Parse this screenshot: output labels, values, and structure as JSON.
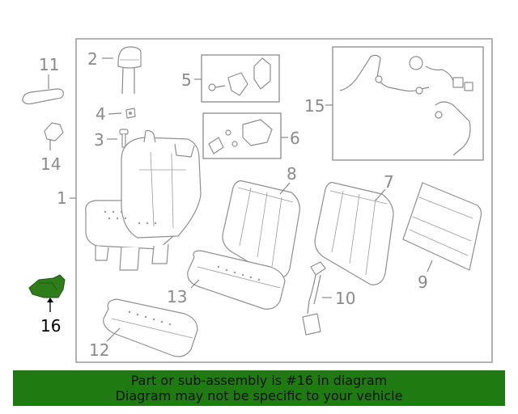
{
  "diagram": {
    "callouts": {
      "c1": "1",
      "c2": "2",
      "c3": "3",
      "c4": "4",
      "c5": "5",
      "c6": "6",
      "c7": "7",
      "c8": "8",
      "c9": "9",
      "c10": "10",
      "c11": "11",
      "c12": "12",
      "c13": "13",
      "c14": "14",
      "c15": "15",
      "c16": "16"
    },
    "highlight_part": "16"
  },
  "banner": {
    "line1": "Part or sub-assembly is #16 in diagram",
    "line2": "Diagram may not be specific to your vehicle"
  },
  "colors": {
    "banner_bg": "#1f7a12",
    "highlight_fill": "#2e7d1a",
    "line_gray": "#8a8a8a",
    "frame_border": "#999999",
    "frame_bg": "#ffffff"
  }
}
